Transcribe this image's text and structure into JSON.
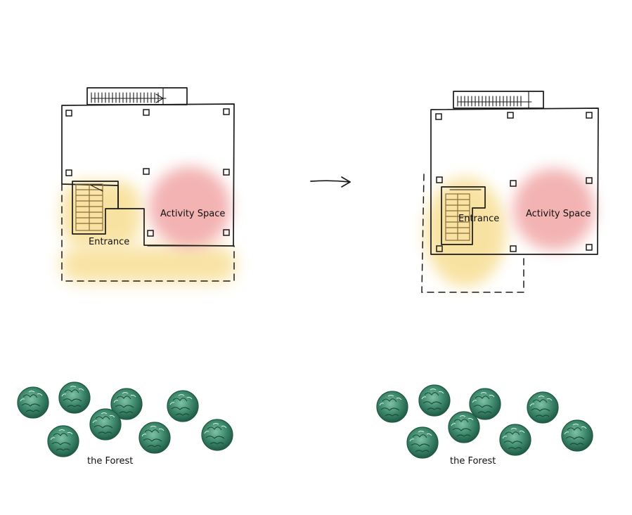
{
  "labels": {
    "before_entrance": "Entrance",
    "before_activity": "Activity Space",
    "before_forest": "the Forest",
    "after_entrance": "Entrance",
    "after_activity": "Activity Space",
    "after_forest": "the Forest"
  },
  "colors": {
    "entrance_zone": "#f7dc8c",
    "activity_zone": "#ef9a9a",
    "tree_fill": "#3f8a6e",
    "tree_dark": "#1f5a45",
    "ink": "#1a1a1a"
  },
  "icons": {
    "transition": "arrow-right-icon",
    "tree": "tree-icon"
  }
}
